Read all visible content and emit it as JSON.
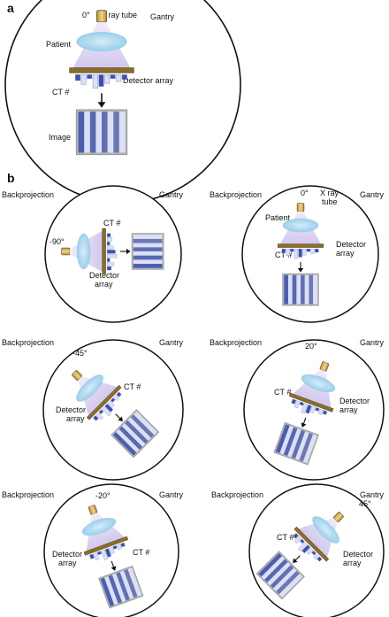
{
  "panels": {
    "a": "a",
    "b": "b"
  },
  "labels": {
    "gantry": "Gantry",
    "backprojection": "Backprojection",
    "xray_tube": "X ray tube",
    "xray": "X ray",
    "tube": "tube",
    "patient": "Patient",
    "detector_array": "Detector array",
    "detector": "Detector",
    "array": "array",
    "ct": "CT #",
    "image": "Image"
  },
  "angles": {
    "a": "0°",
    "b1": "-90°",
    "b2": "0°",
    "b3": "-45°",
    "b4": "20°",
    "b5": "-20°",
    "b6": "45°"
  },
  "colors": {
    "beam": "#ddd6f0",
    "patient": "#a8d8ef",
    "detector": "#8a6d28",
    "tube": "#d9b25c",
    "bars_dark": "#3a4fb0",
    "bars_light": "#dbe0f4",
    "frame": "#9a9a9a"
  }
}
